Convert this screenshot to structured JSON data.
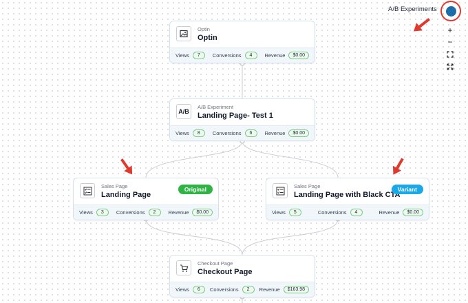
{
  "colors": {
    "original_badge": "#2fb344",
    "variant_badge": "#1aa9e6",
    "annotation_red": "#e03a2f",
    "toggle_blue": "#1b6ea8",
    "pill_border": "#7cc987"
  },
  "ab_panel": {
    "label": "A/B Experiments",
    "toggle_icon": "toggle-dot"
  },
  "zoom_controls": [
    {
      "name": "zoom-in-button",
      "glyph": "+"
    },
    {
      "name": "zoom-out-button",
      "glyph": "−"
    },
    {
      "name": "fit-view-button",
      "glyph": "⛶"
    },
    {
      "name": "fullscreen-button",
      "glyph": "⤡"
    }
  ],
  "stat_labels": {
    "views": "Views",
    "conversions": "Conversions",
    "revenue": "Revenue"
  },
  "nodes": {
    "optin": {
      "type": "Optin",
      "title": "Optin",
      "icon": "image-icon",
      "views": "7",
      "conversions": "4",
      "revenue": "$0.00"
    },
    "ab": {
      "type": "A/B Experiment",
      "title": "Landing Page- Test 1",
      "icon_text": "A/B",
      "views": "8",
      "conversions": "6",
      "revenue": "$0.00"
    },
    "original": {
      "type": "Sales Page",
      "title": "Landing Page",
      "icon": "checklist-icon",
      "badge": "Original",
      "views": "3",
      "conversions": "2",
      "revenue": "$0.00"
    },
    "variant": {
      "type": "Sales Page",
      "title": "Landing Page with Black CTA",
      "icon": "checklist-icon",
      "badge": "Variant",
      "views": "5",
      "conversions": "4",
      "revenue": "$0.00"
    },
    "checkout": {
      "type": "Checkout Page",
      "title": "Checkout Page",
      "icon": "cart-icon",
      "views": "6",
      "conversions": "2",
      "revenue": "$163.98"
    }
  }
}
